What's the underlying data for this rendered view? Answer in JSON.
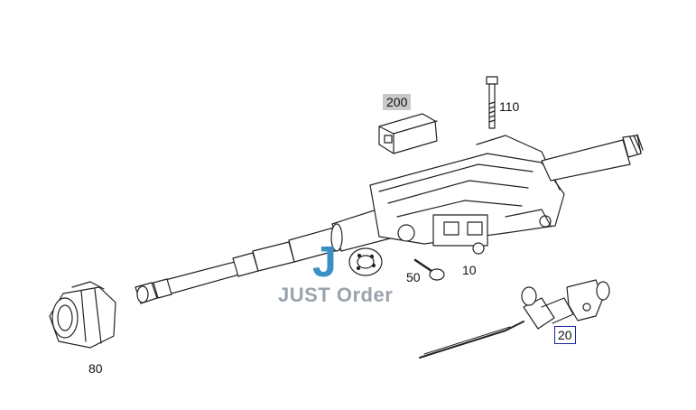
{
  "labels": {
    "p200": "200",
    "p110": "110",
    "p10": "10",
    "p50": "50",
    "p80": "80",
    "p20": "20"
  },
  "watermark": {
    "text": "JUST Order",
    "letter": "J"
  },
  "colors": {
    "stroke": "#222222",
    "watermark_blue": "#3a8fc4",
    "watermark_grey": "#9aa3ad",
    "label_bg": "#c9c9c9",
    "highlight_border": "#1a2a9c"
  }
}
